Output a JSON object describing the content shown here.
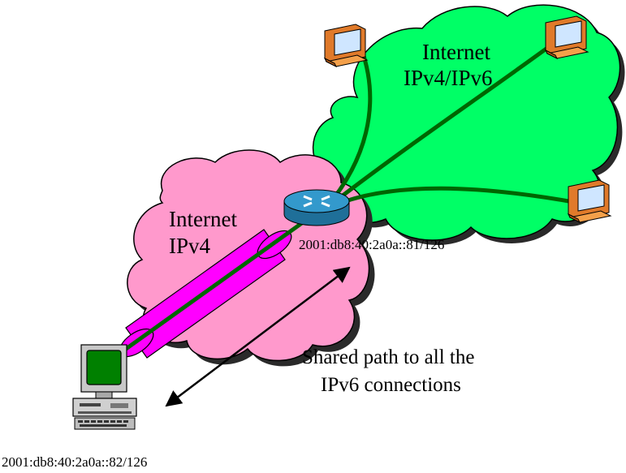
{
  "clouds": {
    "ipv4": {
      "line1": "Internet",
      "line2": "IPv4",
      "fill": "#ff99cc"
    },
    "dual_stack": {
      "line1": "Internet",
      "line2": "IPv4/IPv6",
      "fill": "#00ff66"
    }
  },
  "router": {
    "icon": "router-icon",
    "address": "2001:db8:40:2a0a::81/126",
    "color": "#3399cc"
  },
  "client": {
    "icon": "desktop-computer-icon",
    "address": "2001:db8:40:2a0a::82/126"
  },
  "servers": [
    {
      "icon": "computer-icon"
    },
    {
      "icon": "computer-icon"
    },
    {
      "icon": "computer-icon"
    }
  ],
  "tunnel": {
    "color": "#ff00ff"
  },
  "link_color": "#006600",
  "annotation": {
    "line1": "Shared path to all the",
    "line2": "IPv6 connections"
  }
}
